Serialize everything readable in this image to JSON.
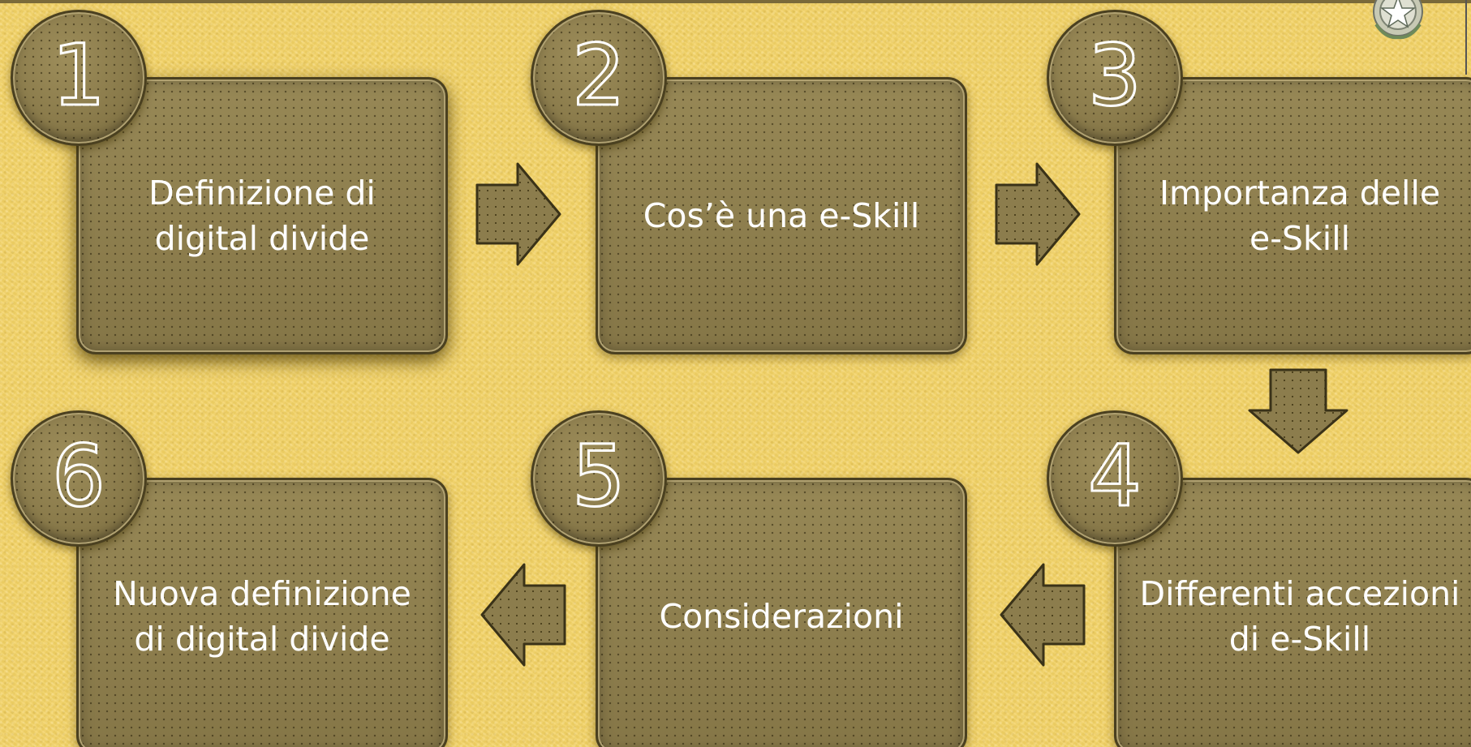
{
  "colors": {
    "background": "#f3d46a",
    "box_fill": "#8c7d4d",
    "box_border": "#4a4020",
    "text": "#ffffff"
  },
  "steps": [
    {
      "number": "1",
      "label": "Definizione di\ndigital divide"
    },
    {
      "number": "2",
      "label": "Cos’è una e-Skill"
    },
    {
      "number": "3",
      "label": "Importanza delle\ne-Skill"
    },
    {
      "number": "4",
      "label": "Differenti accezioni\ndi e-Skill"
    },
    {
      "number": "5",
      "label": "Considerazioni"
    },
    {
      "number": "6",
      "label": "Nuova definizione\ndi digital divide"
    }
  ],
  "arrows": [
    "right",
    "right",
    "down",
    "left",
    "left"
  ],
  "emblem": {
    "icon": "italian-republic-emblem-icon"
  }
}
